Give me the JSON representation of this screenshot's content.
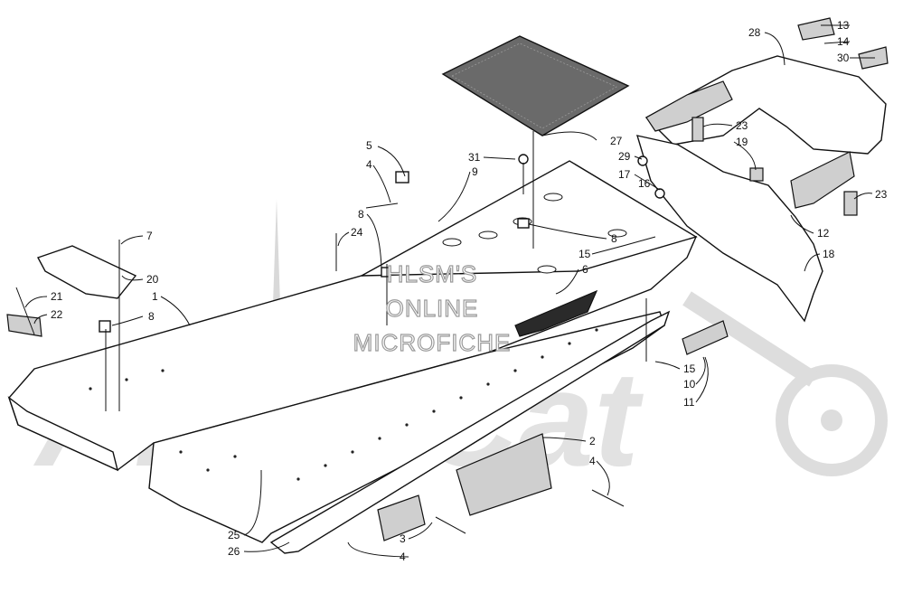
{
  "watermark": {
    "line1": "HLSM'S",
    "line2": "ONLINE",
    "line3": "MICROFICHE"
  },
  "callouts": [
    {
      "id": "c13",
      "label": "13"
    },
    {
      "id": "c14",
      "label": "14"
    },
    {
      "id": "c30",
      "label": "30"
    },
    {
      "id": "c28",
      "label": "28"
    },
    {
      "id": "c27",
      "label": "27"
    },
    {
      "id": "c23a",
      "label": "23"
    },
    {
      "id": "c19",
      "label": "19"
    },
    {
      "id": "c29",
      "label": "29"
    },
    {
      "id": "c17",
      "label": "17"
    },
    {
      "id": "c16",
      "label": "16"
    },
    {
      "id": "c23b",
      "label": "23"
    },
    {
      "id": "c12",
      "label": "12"
    },
    {
      "id": "c18",
      "label": "18"
    },
    {
      "id": "c5",
      "label": "5"
    },
    {
      "id": "c4a",
      "label": "4"
    },
    {
      "id": "c31",
      "label": "31"
    },
    {
      "id": "c9",
      "label": "9"
    },
    {
      "id": "c8a",
      "label": "8"
    },
    {
      "id": "c24",
      "label": "24"
    },
    {
      "id": "c8b",
      "label": "8"
    },
    {
      "id": "c15a",
      "label": "15"
    },
    {
      "id": "c6",
      "label": "6"
    },
    {
      "id": "c7",
      "label": "7"
    },
    {
      "id": "c20",
      "label": "20"
    },
    {
      "id": "c1",
      "label": "1"
    },
    {
      "id": "c21",
      "label": "21"
    },
    {
      "id": "c22",
      "label": "22"
    },
    {
      "id": "c8c",
      "label": "8"
    },
    {
      "id": "c15b",
      "label": "15"
    },
    {
      "id": "c10",
      "label": "10"
    },
    {
      "id": "c11",
      "label": "11"
    },
    {
      "id": "c2",
      "label": "2"
    },
    {
      "id": "c4b",
      "label": "4"
    },
    {
      "id": "c25",
      "label": "25"
    },
    {
      "id": "c26",
      "label": "26"
    },
    {
      "id": "c3",
      "label": "3"
    },
    {
      "id": "c4c",
      "label": "4"
    }
  ]
}
